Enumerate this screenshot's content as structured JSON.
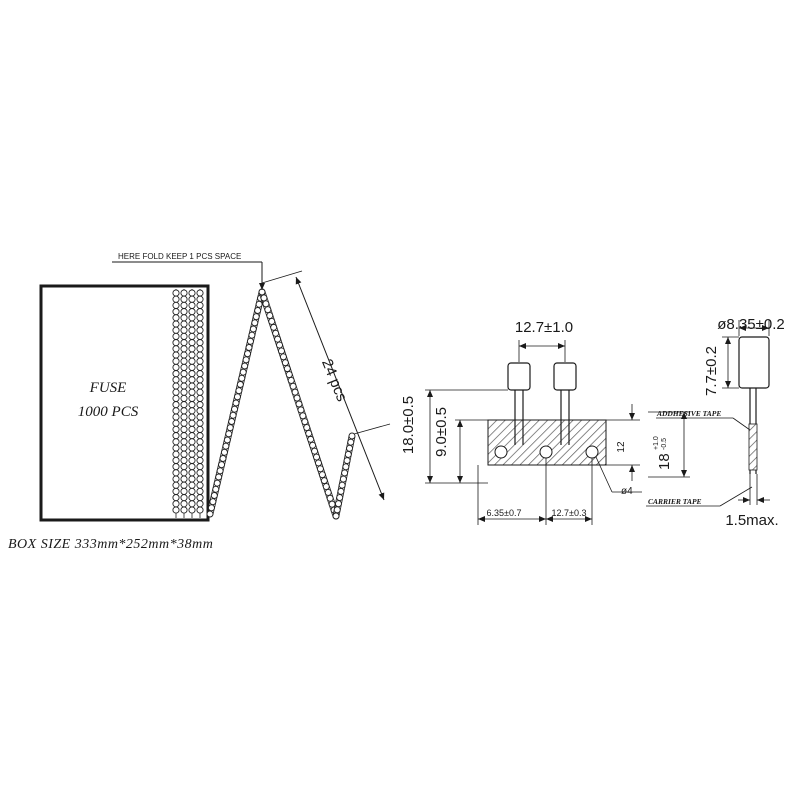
{
  "left_figure": {
    "fold_label": "HERE FOLD KEEP 1 PCS SPACE",
    "box_label_line1": "FUSE",
    "box_label_line2": "1000 PCS",
    "count_label": "24 pcs",
    "box_size": "BOX SIZE 333mm*252mm*38mm"
  },
  "right_figure": {
    "pitch_top": "12.7±1.0",
    "diameter": "ø8.35±0.2",
    "height_body": "7.7±0.2",
    "height_total": "18.0±0.5",
    "height_hole": "9.0±0.5",
    "tape_width": "12",
    "tape_total_base": "18",
    "tape_total_tol_upper": "+1.0",
    "tape_total_tol_lower": "-0.5",
    "hole_diameter": "ø4",
    "offset_bottom": "6.35±0.7",
    "pitch_bottom": "12.7±0.3",
    "adhesive_label": "ADDHESIVE TAPE",
    "carrier_label": "CARRIER TAPE",
    "thickness": "1.5max."
  }
}
